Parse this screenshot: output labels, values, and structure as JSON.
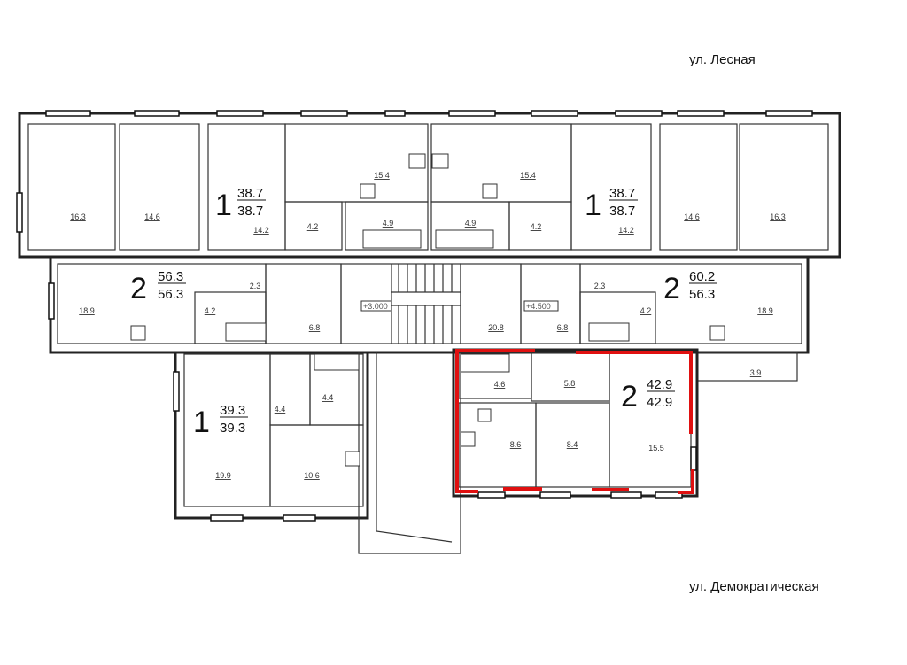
{
  "streets": {
    "north": "ул. Лесная",
    "south": "ул. Демократическая"
  },
  "levels": [
    "+3.000",
    "+4.500"
  ],
  "apartments": [
    {
      "rooms": "1",
      "total": "38.7",
      "living": "38.7"
    },
    {
      "rooms": "1",
      "total": "38.7",
      "living": "38.7"
    },
    {
      "rooms": "2",
      "total": "56.3",
      "living": "56.3"
    },
    {
      "rooms": "2",
      "total": "60.2",
      "living": "56.3"
    },
    {
      "rooms": "1",
      "total": "39.3",
      "living": "39.3"
    },
    {
      "rooms": "2",
      "total": "42.9",
      "living": "42.9"
    }
  ],
  "room_areas": {
    "tl_room1": "16.3",
    "tl_room2": "14.6",
    "tl_a1_room": "14.2",
    "tl_a1_kitchen": "15.4",
    "tl_a1_hall": "4.2",
    "tl_a1_bath": "4.9",
    "tr_a1_kitchen": "15.4",
    "tr_a1_bath": "4.9",
    "tr_a1_hall": "4.2",
    "tr_a1_room": "14.2",
    "tr_room2": "14.6",
    "tr_room1": "16.3",
    "ml_living": "18.9",
    "ml_bath": "4.2",
    "ml_storage": "2.3",
    "ml_corridor": "6.8",
    "stair_hall": "20.8",
    "mr_corridor": "6.8",
    "mr_storage": "2.3",
    "mr_bath": "4.2",
    "mr_living": "18.9",
    "mr_balcony": "3.9",
    "bl_room": "19.9",
    "bl_kitchen": "10.6",
    "bl_hall": "4.4",
    "bl_bath": "4.4",
    "hl_bath": "4.6",
    "hl_hall": "5.8",
    "hl_kitchen": "8.6",
    "hl_room1": "8.4",
    "hl_room2": "15.5"
  },
  "highlight_color": "#e01010"
}
